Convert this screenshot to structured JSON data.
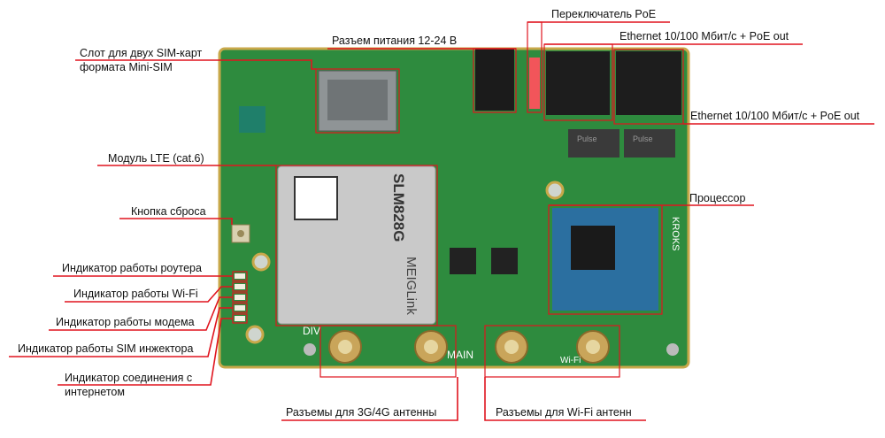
{
  "labels": {
    "sim_slot_1": "Слот для двух SIM-карт",
    "sim_slot_2": "формата Mini-SIM",
    "power": "Разъем питания 12-24 В",
    "poe_switch": "Переключатель PoE",
    "ethernet_1": "Ethernet 10/100 Мбит/с + PoE out",
    "ethernet_2": "Ethernet 10/100 Мбит/с + PoE out",
    "lte": "Модуль LTE (cat.6)",
    "reset": "Кнопка сброса",
    "cpu": "Процессор",
    "led_router": "Индикатор работы роутера",
    "led_wifi": "Индикатор работы Wi-Fi",
    "led_modem": "Индикатор работы модема",
    "led_sim": "Индикатор работы SIM инжектора",
    "led_inet_1": "Индикатор соединения с",
    "led_inet_2": "интернетом",
    "ant_lte": "Разъемы для 3G/4G антенны",
    "ant_wifi": "Разъемы для Wi-Fi антенн"
  },
  "board": {
    "module_text": "SLM828G",
    "module_brand": "MEIGLink",
    "transformer_brand": "Pulse",
    "silk_div": "DIV",
    "silk_main": "MAIN",
    "silk_wifi": "Wi-Fi",
    "silk_kroks": "KROKS"
  },
  "colors": {
    "callout": "#e0141e",
    "pcb": "#2e8b3e"
  }
}
